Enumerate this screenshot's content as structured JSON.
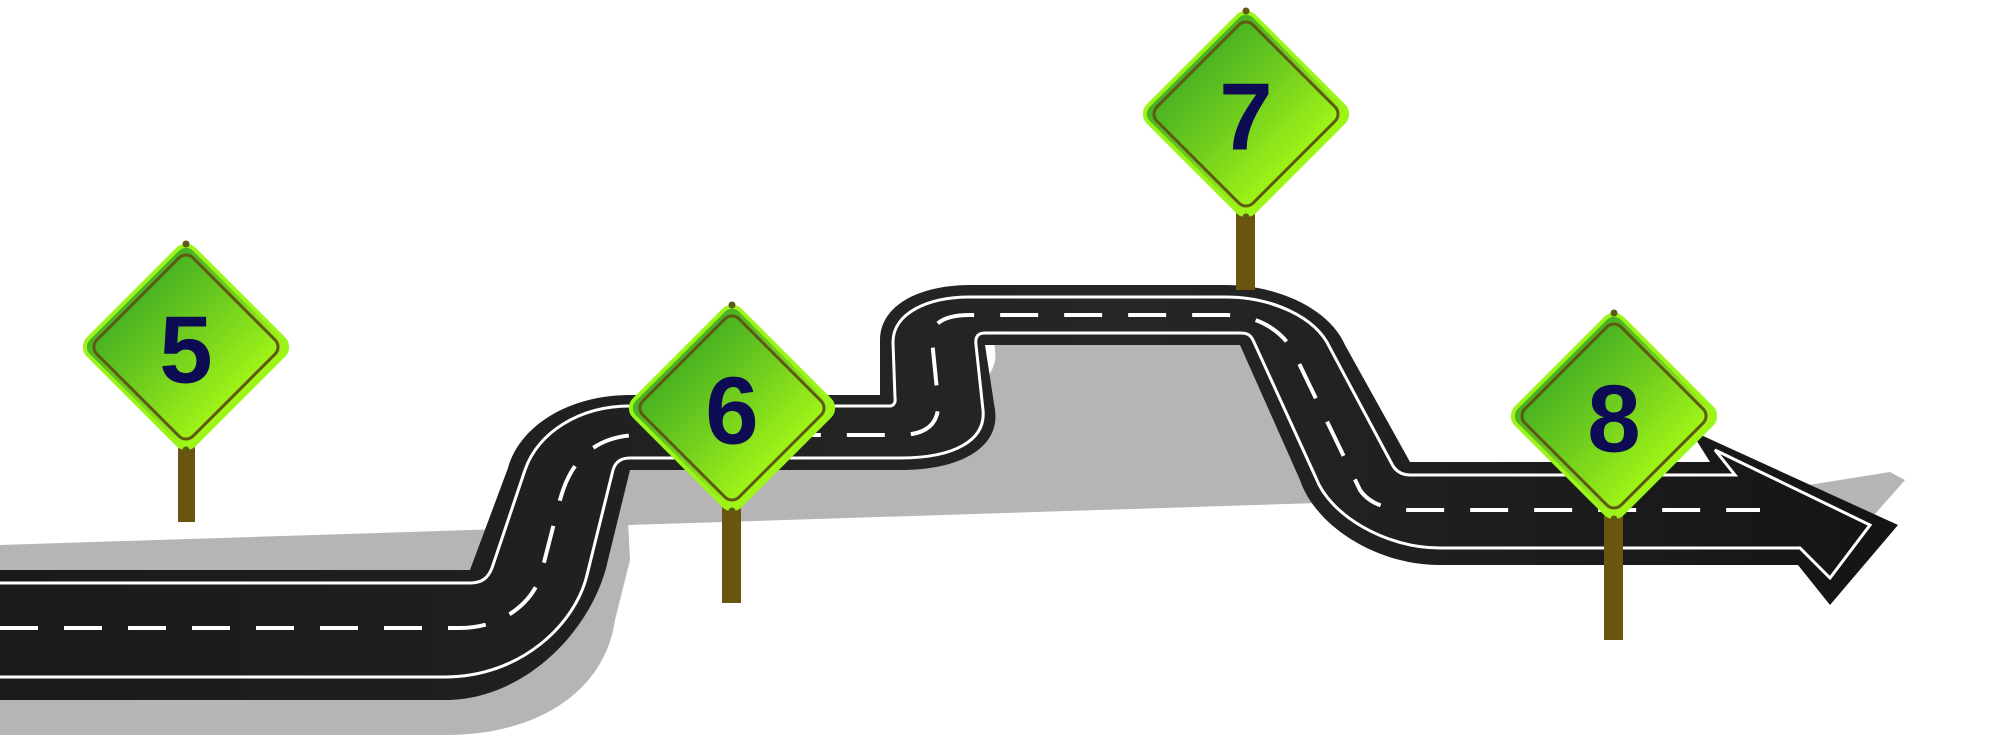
{
  "colors": {
    "road": "#1f1f1f",
    "road_shadow": "#b5b5b5",
    "lane_line": "#ffffff",
    "sign_light": "#9cf51a",
    "sign_dark": "#45b022",
    "sign_border": "#5e5a14",
    "post": "#6b5410",
    "number": "#0e0b55"
  },
  "signs": [
    {
      "id": "5",
      "label": "5"
    },
    {
      "id": "6",
      "label": "6"
    },
    {
      "id": "7",
      "label": "7"
    },
    {
      "id": "8",
      "label": "8"
    }
  ]
}
